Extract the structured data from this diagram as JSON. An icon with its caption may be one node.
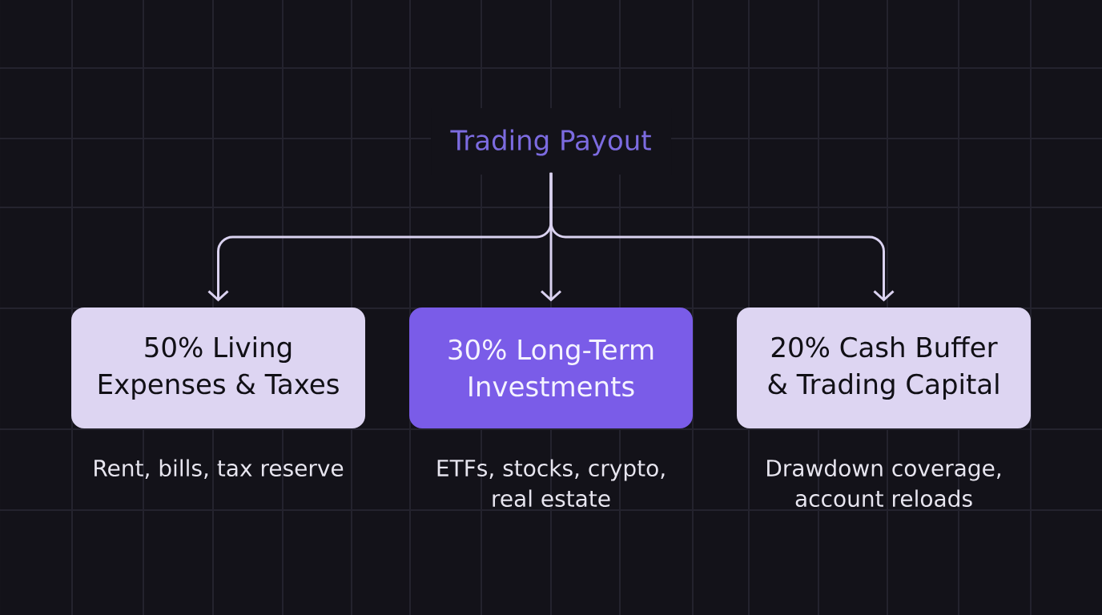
{
  "diagram": {
    "nodes": [
      {
        "text": [
          "Trading Payout"
        ]
      },
      {
        "text": [
          "50% Living Expenses & Taxes"
        ],
        "beside": [
          "Rent, bills, tax reserve"
        ]
      },
      {
        "text": [
          "30% Long-Term Investments"
        ],
        "beside": [
          "ETFs, stocks, crypto, real estate"
        ]
      },
      {
        "text": [
          "20% Cash Buffer & Trading Capital"
        ],
        "beside": [
          "Drawdown coverage, account reloads"
        ]
      }
    ],
    "edges": [
      {
        "from": 0,
        "to": 1,
        "arrow": "to"
      },
      {
        "from": 0,
        "to": 2,
        "arrow": "to"
      },
      {
        "from": 0,
        "to": 3,
        "arrow": "to"
      }
    ]
  }
}
